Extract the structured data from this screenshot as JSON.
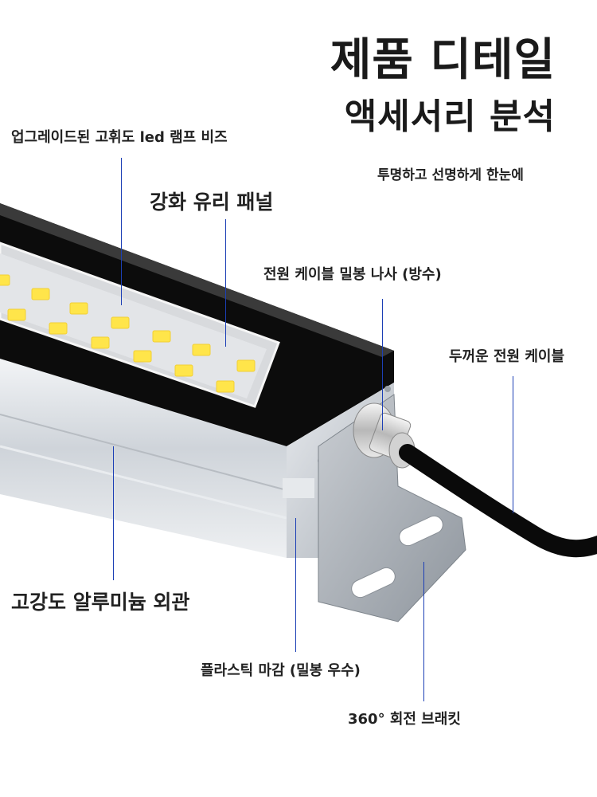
{
  "heading": {
    "line1": "제품 디테일",
    "line2": "액세서리 분석"
  },
  "callouts": {
    "led_beads": "업그레이드된 고휘도 led 램프 비즈",
    "glass_panel": "강화 유리 패널",
    "clarity": "투명하고 선명하게 한눈에",
    "waterproof_screw": "전원 케이블 밀봉 나사 (방수)",
    "power_cable": "두꺼운 전원 케이블",
    "aluminum_body": "고강도 알루미늄 외관",
    "plastic_cap": "플라스틱 마감 (밀봉 우수)",
    "bracket": "360° 회전 브래킷"
  },
  "colors": {
    "leader_line": "#1c3fb5",
    "led_yellow": "#ffe54a",
    "aluminum": "#d9dde2",
    "housing_black": "#0c0c0c"
  },
  "product_icon": "linear-led-work-light-illustration"
}
